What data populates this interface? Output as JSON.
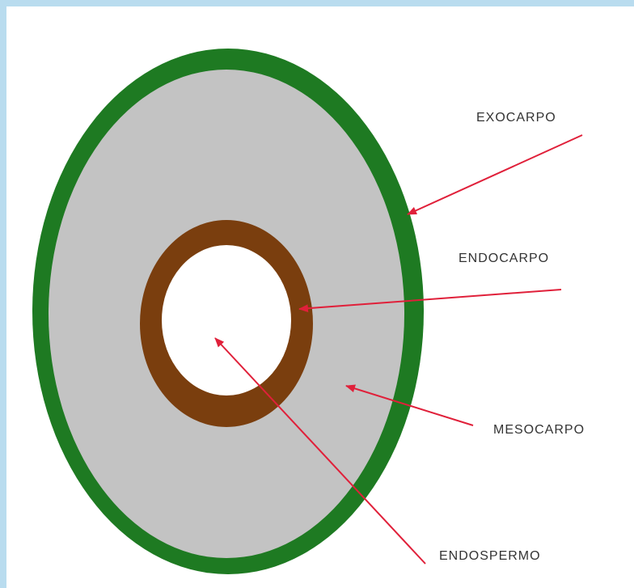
{
  "diagram": {
    "labels": {
      "exocarpo": "EXOCARPO",
      "endocarpo": "ENDOCARPO",
      "mesocarpo": "MESOCARPO",
      "endospermo": "ENDOSPERMO"
    },
    "colors": {
      "exocarp": "#1e7a22",
      "mesocarp": "#c3c3c3",
      "endocarp": "#7a3e0e",
      "endosperm": "#ffffff",
      "arrow": "#e0203a",
      "frame": "#b9dcef"
    }
  }
}
